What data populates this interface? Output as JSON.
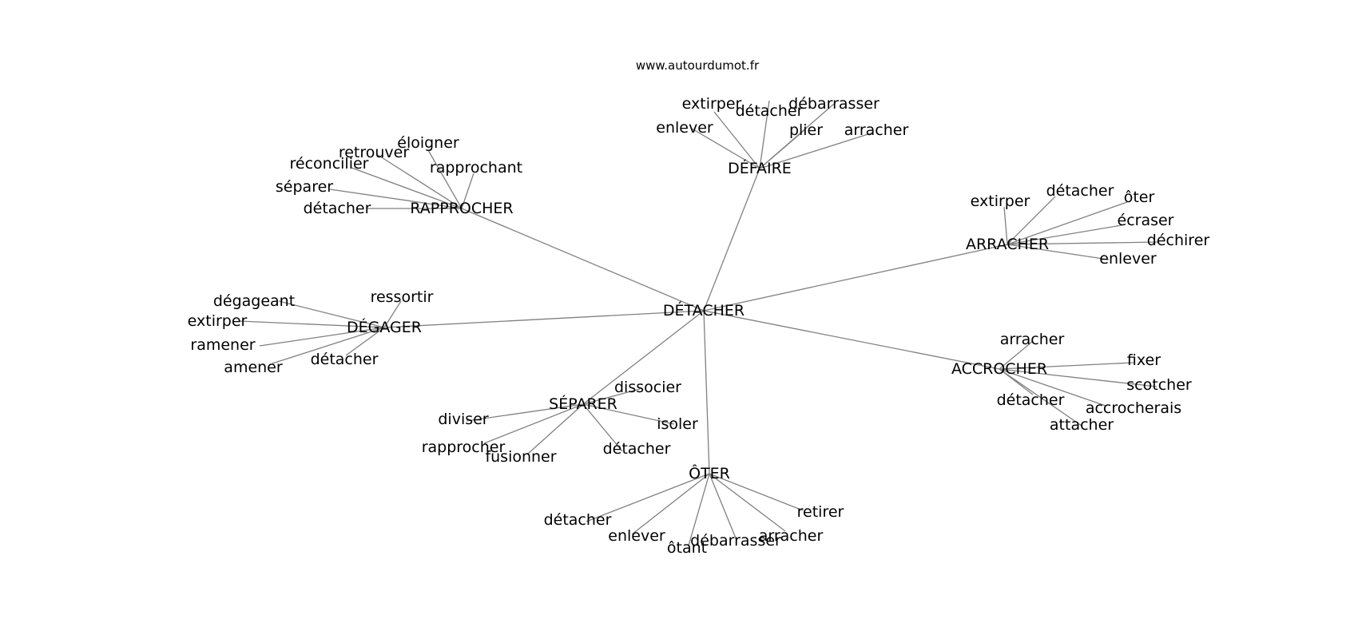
{
  "watermark": "www.autourdumot.fr",
  "center": "DÉTACHER",
  "groups": [
    {
      "label": "DÉFAIRE",
      "words": [
        "enlever",
        "extirper",
        "détacher",
        "débarrasser",
        "plier",
        "arracher"
      ]
    },
    {
      "label": "RAPPROCHER",
      "words": [
        "détacher",
        "séparer",
        "réconcilier",
        "retrouver",
        "éloigner",
        "rapprochant"
      ]
    },
    {
      "label": "ARRACHER",
      "words": [
        "extirper",
        "détacher",
        "ôter",
        "écraser",
        "déchirer",
        "enlever"
      ]
    },
    {
      "label": "DÉGAGER",
      "words": [
        "dégageant",
        "extirper",
        "ramener",
        "amener",
        "détacher",
        "ressortir"
      ]
    },
    {
      "label": "ACCROCHER",
      "words": [
        "arracher",
        "fixer",
        "scotcher",
        "accrocherais",
        "attacher",
        "détacher"
      ]
    },
    {
      "label": "SÉPARER",
      "words": [
        "dissocier",
        "isoler",
        "détacher",
        "fusionner",
        "rapprocher",
        "diviser"
      ]
    },
    {
      "label": "ÔTER",
      "words": [
        "détacher",
        "enlever",
        "ôtant",
        "débarrasser",
        "arracher",
        "retirer"
      ]
    }
  ]
}
